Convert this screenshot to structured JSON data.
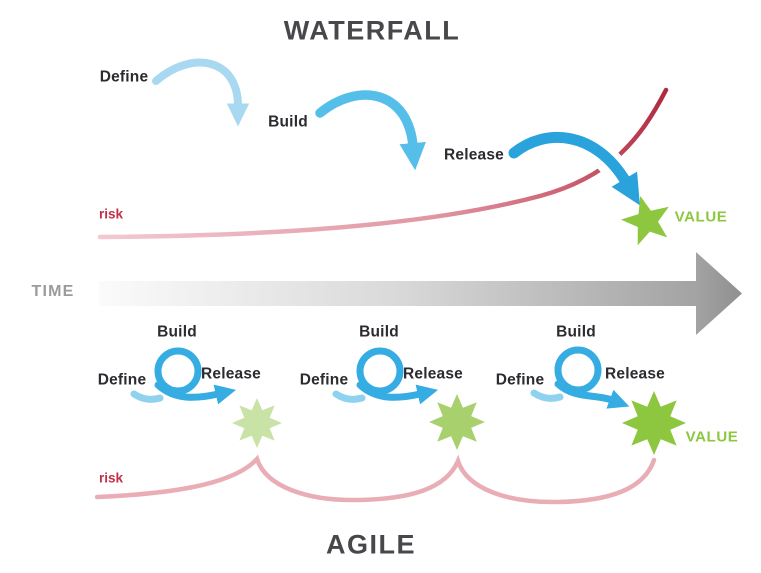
{
  "diagram": {
    "waterfall": {
      "title": "WATERFALL",
      "step_labels": [
        "Define",
        "Build",
        "Release"
      ],
      "risk_label": "risk",
      "value_label": "VALUE"
    },
    "timeline": {
      "label": "TIME"
    },
    "agile": {
      "title": "AGILE",
      "cycles": [
        {
          "define": "Define",
          "build": "Build",
          "release": "Release"
        },
        {
          "define": "Define",
          "build": "Build",
          "release": "Release"
        },
        {
          "define": "Define",
          "build": "Build",
          "release": "Release"
        }
      ],
      "risk_label": "risk",
      "value_label": "VALUE"
    },
    "colors": {
      "title_text": "#47474c",
      "step_text": "#2b2b30",
      "risk_text": "#c23049",
      "value_green": "#8dc63f",
      "star_mid": "#a8d16e",
      "star_light": "#c9e3a6",
      "arrow_light_blue": "#a8d9f1",
      "arrow_mid_blue": "#55bfe9",
      "arrow_dark_blue": "#2aa2dc",
      "loop_blue": "#35ace2",
      "loop_tail_blue": "#8ed2f0",
      "risk_curve_light": "#f3c9d0",
      "risk_curve_dark": "#ae2a3e",
      "agile_risk_curve": "#e9adb5",
      "time_gray": "#9b9b9b"
    }
  }
}
